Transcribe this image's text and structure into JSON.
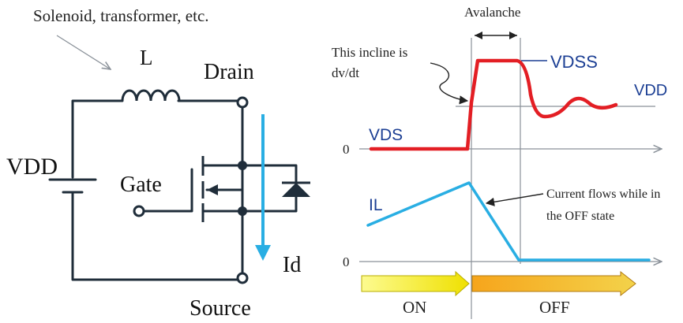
{
  "circuit": {
    "caption": "Solenoid, transformer, etc.",
    "inductor_label": "L",
    "drain_label": "Drain",
    "source_label": "Source",
    "gate_label": "Gate",
    "supply_label": "VDD",
    "current_label": "Id"
  },
  "waveform": {
    "avalanche_label": "Avalanche",
    "incline_note_line1": "This incline is",
    "incline_note_line2": "dv/dt",
    "vdss_label": "VDSS",
    "vdd_label": "VDD",
    "vds_label": "VDS",
    "vds_zero": "0",
    "il_label": "IL",
    "il_zero": "0",
    "current_note_line1": "Current flows while in",
    "current_note_line2": "the OFF state",
    "on_label": "ON",
    "off_label": "OFF"
  },
  "colors": {
    "wire": "#1f2d3a",
    "vds_trace": "#e31e24",
    "il_trace": "#29aee3",
    "label_blue": "#1c3f94",
    "axis_gray": "#8a9199",
    "on_arrow": "#f2e600",
    "off_arrow": "#f0a020"
  }
}
